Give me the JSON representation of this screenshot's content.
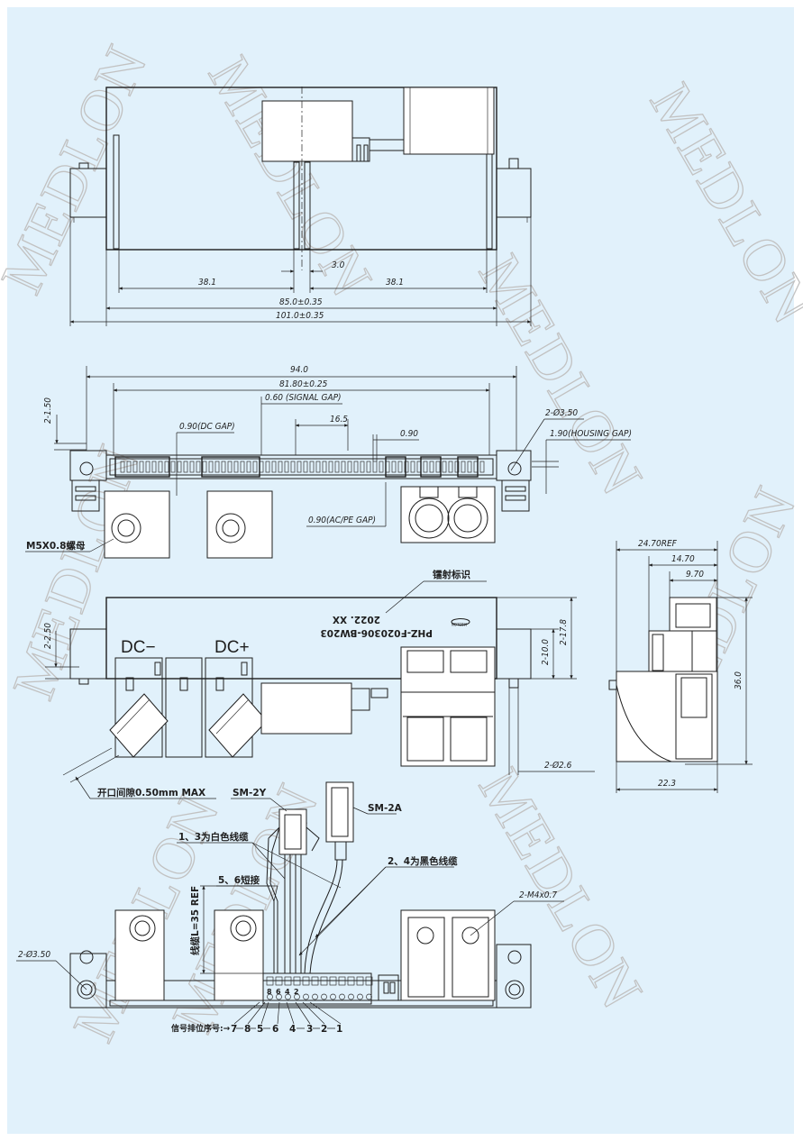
{
  "watermarks": [
    "MEDLON",
    "MEDLON",
    "MEDLON",
    "MEDLON",
    "MEDLON",
    "MEDLON",
    "MEDLON",
    "MEDLON",
    "MEDLON"
  ],
  "dims_top": {
    "d1": "38.1",
    "d2": "3.0",
    "d3": "38.1",
    "d4": "85.0±0.35",
    "d5": "101.0±0.35"
  },
  "dims_mid": {
    "w94": "94.0",
    "w8180": "81.80±0.25",
    "signal_gap": "0.60 (SIGNAL GAP)",
    "w165": "16.5",
    "g090": "0.90",
    "dc_gap": "0.90(DC GAP)",
    "hole": "2-Ø3.50",
    "housing_gap": "1.90(HOUSING GAP)",
    "h150": "2-1.50",
    "ac_gap": "0.90(AC/PE GAP)"
  },
  "labels": {
    "nut": "M5X0.8螺母",
    "laser": "镭射标识",
    "part_no": "PHZ-F020306-BW203",
    "date": "2022. XX",
    "brand": "MEDLON",
    "dc_minus": "DC−",
    "dc_plus": "DC+",
    "opening": "开口间隙0.50mm MAX",
    "h250": "2-2.50",
    "h100": "2-10.0",
    "h178": "2-17.8",
    "d26": "2-Ø2.6",
    "r2470": "24.70REF",
    "r1470": "14.70",
    "r970": "9.70",
    "r360": "36.0",
    "r223": "22.3",
    "sm2y": "SM-2Y",
    "sm2a": "SM-2A",
    "white": "1、3为白色线缆",
    "black": "2、4为黑色线缆",
    "short": "5、6短接",
    "cable": "线缆L=35 REF",
    "m4": "2-M4x0.7",
    "hole2": "2-Ø3.50",
    "signal_seq": "信号排位序号:→",
    "p7": "7",
    "p8": "8",
    "p5": "5",
    "p6": "6",
    "p4": "4",
    "p3": "3",
    "p2": "2",
    "p1": "1",
    "b8": "8",
    "b6": "6",
    "b4": "4",
    "b2": "2"
  }
}
